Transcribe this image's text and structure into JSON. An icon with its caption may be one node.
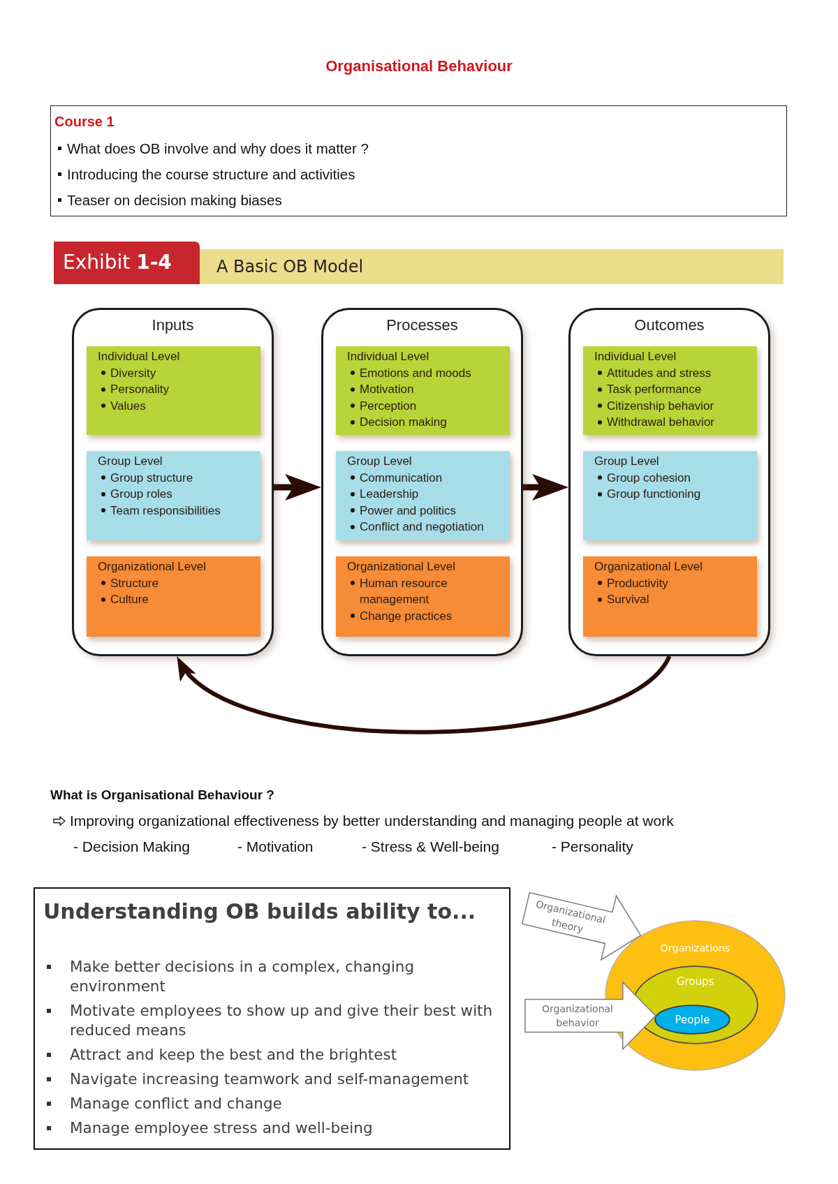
{
  "diagram": {
    "title": "Organisational Behaviour",
    "nodes": [
      {
        "text": [
          "Course 1",
          "What does OB involve and why does it matter ?",
          "Introducing the course structure and activities",
          "Teaser on decision making biases"
        ]
      },
      {
        "text": [
          "Exhibit **1-4**"
        ]
      },
      {
        "text": [
          "A Basic OB Model"
        ]
      },
      {
        "text": [
          "Inputs"
        ]
      },
      {
        "text": [
          "Individual Level",
          "Diversity",
          "Personality",
          "Values"
        ],
        "in": 3
      },
      {
        "text": [
          "Group Level",
          "Group structure",
          "Group roles",
          "Team responsibilities"
        ],
        "in": 3
      },
      {
        "text": [
          "Organizational Level",
          "Structure",
          "Culture"
        ],
        "in": 3
      },
      {
        "text": [
          "Processes"
        ]
      },
      {
        "text": [
          "Individual Level",
          "Emotions and moods",
          "Motivation",
          "Perception",
          "Decision making"
        ],
        "in": 7
      },
      {
        "text": [
          "Group Level",
          "Communication",
          "Leadership",
          "Power and politics",
          "Conflict and negotiation"
        ],
        "in": 7
      },
      {
        "text": [
          "Organizational Level",
          "Human resource management",
          "Change practices"
        ],
        "in": 7
      },
      {
        "text": [
          "Outcomes"
        ]
      },
      {
        "text": [
          "Individual Level",
          "Attitudes and stress",
          "Task performance",
          "Citizenship behavior",
          "Withdrawal behavior"
        ],
        "in": 11
      },
      {
        "text": [
          "Group Level",
          "Group cohesion",
          "Group functioning"
        ],
        "in": 11
      },
      {
        "text": [
          "Organizational Level",
          "Productivity",
          "Survival"
        ],
        "in": 11
      },
      {
        "text": [
          "Understanding OB builds ability to...",
          "Make better decisions in a complex, changing environment",
          "Motivate employees to show up and give their best with reduced means",
          "Attract and keep the best and the brightest",
          "Navigate increasing teamwork and self-management",
          "Manage conflict and change",
          "Manage employee stress and well-being"
        ]
      },
      {
        "text": [
          "Organizations"
        ]
      },
      {
        "text": [
          "Groups"
        ],
        "in": 16
      },
      {
        "text": [
          "People"
        ],
        "in": 17
      }
    ],
    "edges": [
      {
        "from": 3,
        "to": 7,
        "arrow": "to"
      },
      {
        "from": 7,
        "to": 11,
        "arrow": "to"
      },
      {
        "from": 11,
        "to": 3,
        "arrow": "to"
      },
      {
        "from": null,
        "to": 16,
        "arrow": "to",
        "label": "Organizational theory",
        "color": "#7b7b7b"
      },
      {
        "from": null,
        "to": 18,
        "arrow": "to",
        "label": "Organizational behavior",
        "color": "#7b7b7b"
      }
    ],
    "labels": [
      "What is Organisational Behaviour ?",
      "Improving organizational effectiveness by better understanding and managing people at work",
      "- Decision Making",
      "- Motivation",
      "- Stress & Well-being",
      "- Personality"
    ]
  }
}
